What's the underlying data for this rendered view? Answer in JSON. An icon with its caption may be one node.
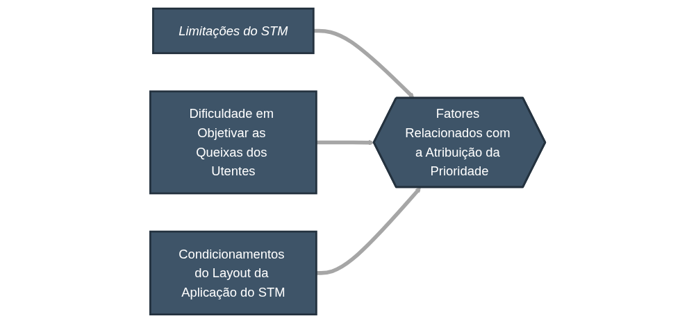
{
  "diagram": {
    "nodes": [
      {
        "text": [
          "Limitações do STM"
        ]
      },
      {
        "text": [
          "Fatores Relacionados com a Atribuição da Prioridade"
        ]
      },
      {
        "text": [
          "Dificuldade em Objetivar as Queixas dos Utentes"
        ]
      },
      {
        "text": [
          "Condicionamentos do Layout da Aplicação do STM"
        ]
      }
    ],
    "edges": [
      {
        "from": 0,
        "to": 1,
        "arrow": "to"
      },
      {
        "from": 2,
        "to": 1,
        "arrow": "to"
      },
      {
        "from": 3,
        "to": 1,
        "arrow": "to"
      }
    ]
  }
}
